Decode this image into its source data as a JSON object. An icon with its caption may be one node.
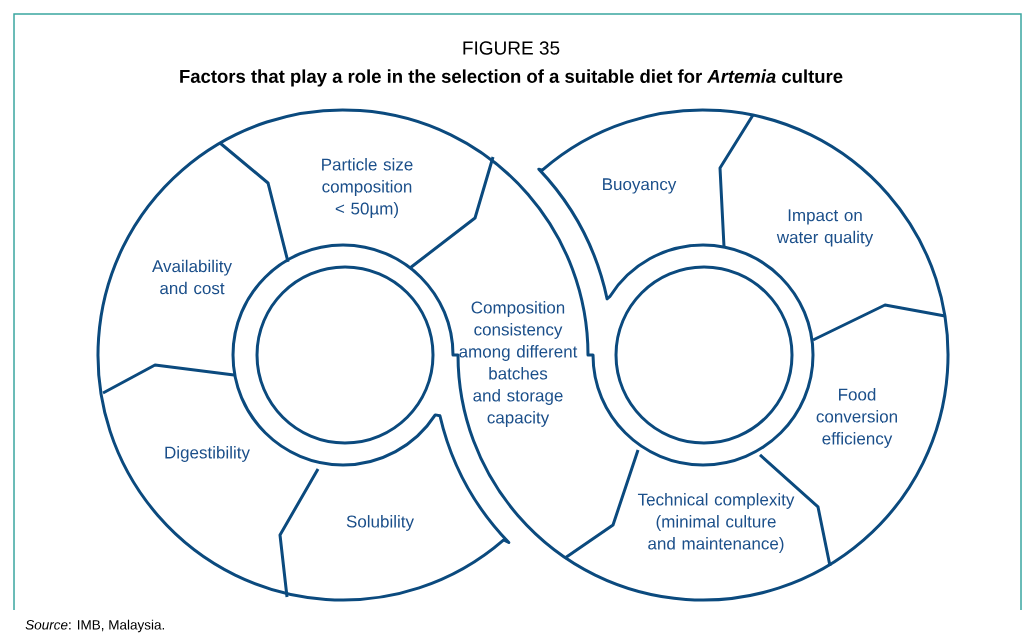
{
  "diagram": {
    "title": "Factors that play a role in the selection of a suitable diet for *Artemia* culture",
    "caption": "*Source*: IMB, Malaysia.",
    "labels": [
      "FIGURE 35"
    ],
    "nodes": [
      {
        "text": [
          "Particle size composition < 50µm)"
        ]
      },
      {
        "text": [
          "Availability and cost"
        ]
      },
      {
        "text": [
          "Digestibility"
        ]
      },
      {
        "text": [
          "Solubility"
        ]
      },
      {
        "text": [
          "Composition consistency among different batches and storage capacity"
        ]
      },
      {
        "text": [
          "Buoyancy"
        ]
      },
      {
        "text": [
          "Impact on water quality"
        ]
      },
      {
        "text": [
          "Food conversion efficiency"
        ]
      },
      {
        "text": [
          "Technical complexity (minimal culture and maintenance)"
        ]
      },
      {
        "text": [],
        "shape": "circle"
      },
      {
        "text": [],
        "shape": "circle"
      }
    ]
  }
}
